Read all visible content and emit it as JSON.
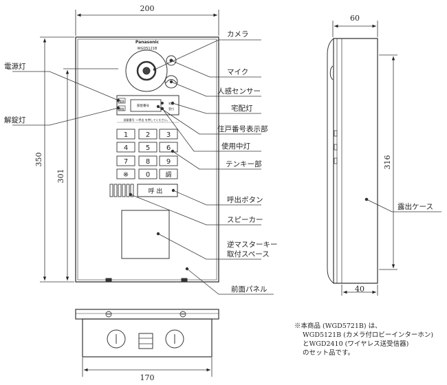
{
  "dimensions": {
    "front_width": "200",
    "front_height_outer": "350",
    "front_height_inner": "301",
    "side_depth_top": "60",
    "side_height": "316",
    "side_depth_bottom": "40",
    "bottom_width": "170"
  },
  "device": {
    "brand": "Panasonic",
    "model": "WGD5121B",
    "room_label": "部屋番号",
    "side_label_top": "宅配",
    "side_label_bottom": "受付",
    "lamp_label_top": "電源",
    "lamp_label_bottom": "解錠",
    "instruction": "部屋番号 → 呼出 を押してください。",
    "call_label": "呼 出"
  },
  "keypad": [
    "1",
    "2",
    "3",
    "4",
    "5",
    "6",
    "7",
    "8",
    "9",
    "※",
    "0",
    "調"
  ],
  "callouts": {
    "camera": "カメラ",
    "mic": "マイク",
    "sensor": "人感センサー",
    "delivery_lamp": "宅配灯",
    "room_display": "住戸番号表示部",
    "in_use_lamp": "使用中灯",
    "keypad": "テンキー部",
    "call_button": "呼出ボタン",
    "speaker": "スピーカー",
    "master_key": "逆マスターキー",
    "master_key_2": "取付スペース",
    "front_panel": "前面パネル",
    "power_lamp": "電源灯",
    "unlock_lamp": "解錠灯",
    "exposed_case": "露出ケース"
  },
  "note": {
    "line1": "※本商品 (WGD5721B) は、",
    "line2": "WGD5121B (カメラ付ロビーインターホン)",
    "line3": "とWGD2410 (ワイヤレス送受信器)",
    "line4": "のセット品です。"
  }
}
